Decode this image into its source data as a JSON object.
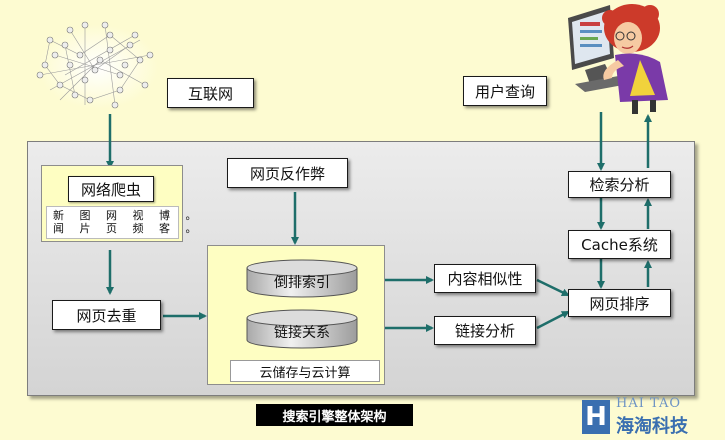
{
  "nodes": {
    "internet": "互联网",
    "user_query": "用户查询",
    "crawler": "网络爬虫",
    "anti_cheat": "网页反作弊",
    "dedup": "网页去重",
    "inverted_index": "倒排索引",
    "link_relation": "链接关系",
    "cloud": "云储存与云计算",
    "similarity": "内容相似性",
    "link_analysis": "链接分析",
    "retrieval_analysis": "检索分析",
    "cache": "Cache系统",
    "page_rank": "网页排序"
  },
  "crawler_sources": {
    "row1": "新 图 网 视 博 。",
    "row2": "闻 片 页 频 客 。"
  },
  "caption": "搜索引擎整体架构",
  "watermark": {
    "en": "HAI TAO",
    "cn": "海淘科技",
    "letter": "H"
  },
  "colors": {
    "background": "#fdfbd1",
    "arrow": "#1e6e6a",
    "panel": "#dcdcdc",
    "highlight_box": "#fefec2",
    "cylinder": "#e0e0e0"
  }
}
